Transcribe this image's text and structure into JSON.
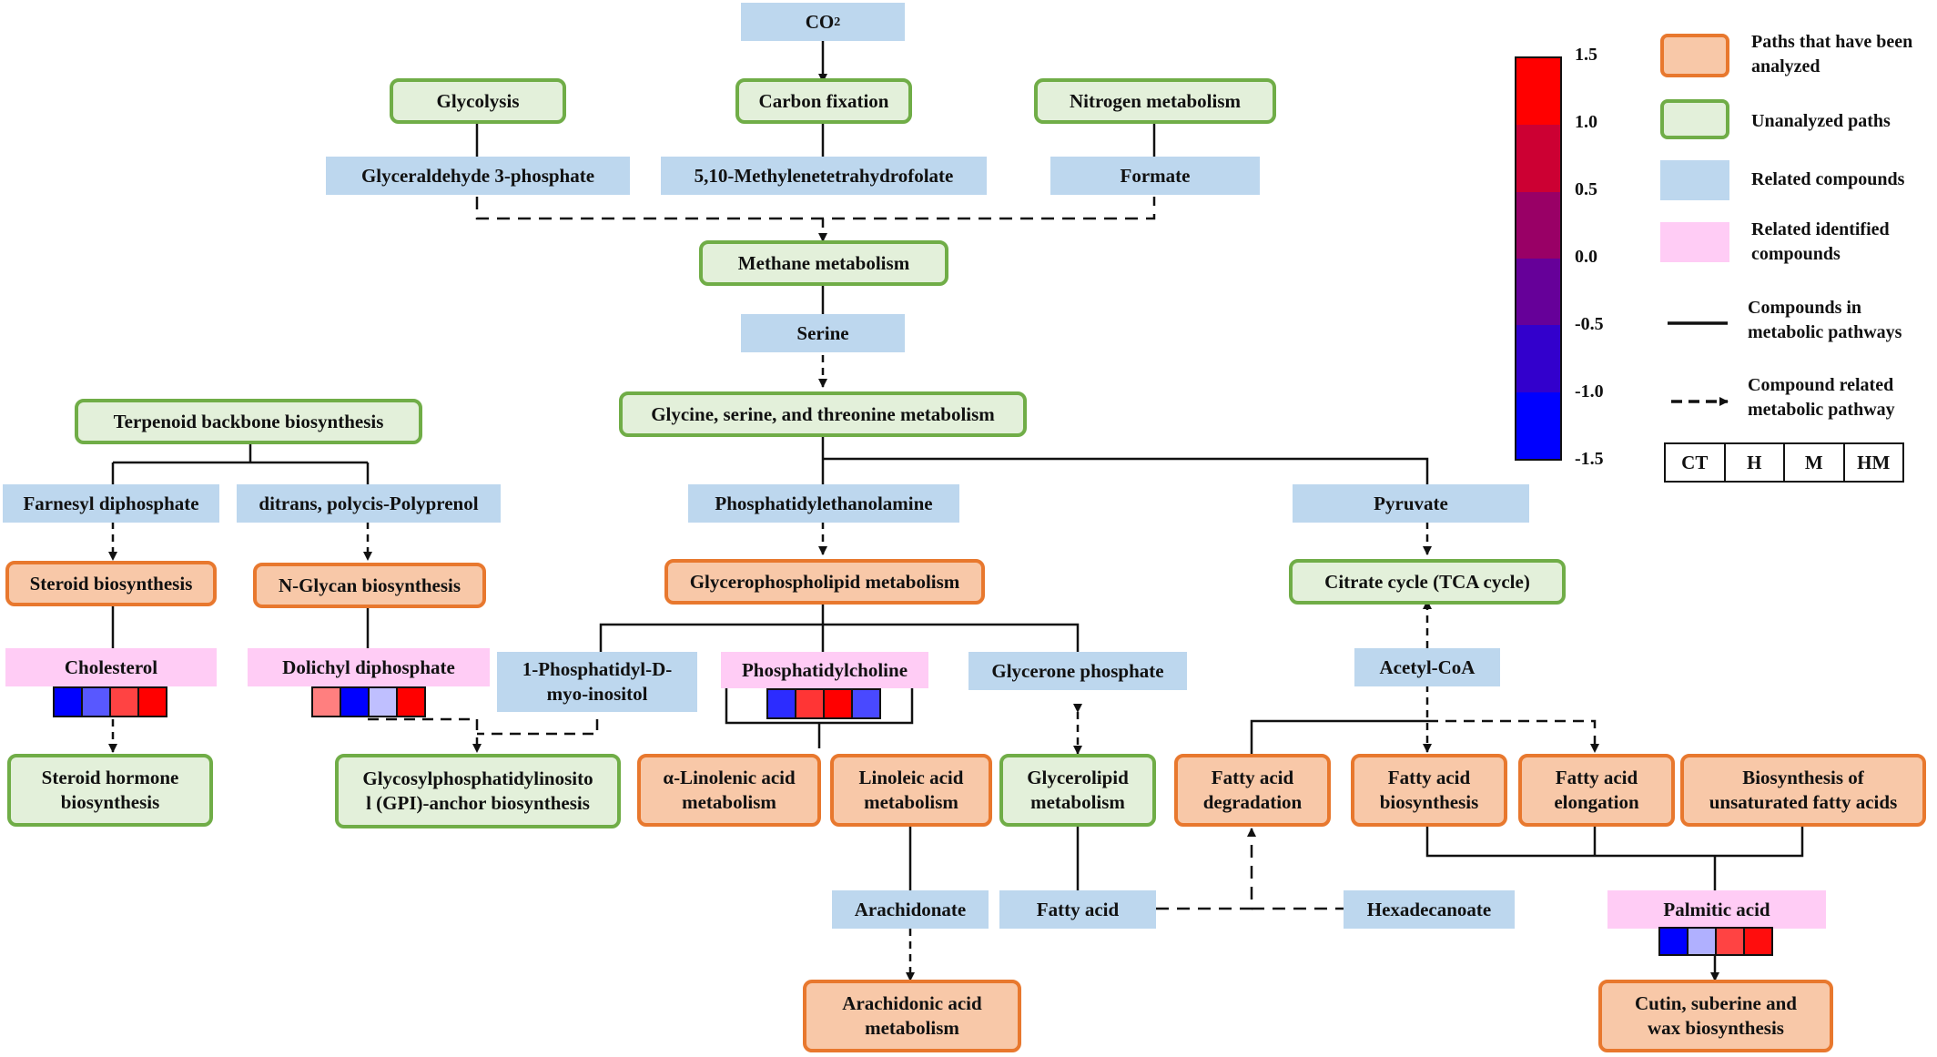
{
  "nodes": {
    "co2": {
      "main": "CO",
      "sub": "2"
    },
    "glycolysis": "Glycolysis",
    "carbon_fixation": "Carbon fixation",
    "nitrogen_metabolism": "Nitrogen metabolism",
    "glyceraldehyde": "Glyceraldehyde 3-phosphate",
    "methylene_thf": "5,10-Methylenetetrahydrofolate",
    "formate": "Formate",
    "methane_metabolism": "Methane metabolism",
    "serine": "Serine",
    "glycine_serine_threonine": "Glycine, serine, and threonine metabolism",
    "terpenoid_backbone": "Terpenoid backbone biosynthesis",
    "farnesyl_diphosphate": "Farnesyl diphosphate",
    "polyprenol": "ditrans, polycis-Polyprenol",
    "steroid_biosynthesis": "Steroid biosynthesis",
    "n_glycan": "N-Glycan biosynthesis",
    "cholesterol": "Cholesterol",
    "dolichyl_diphosphate": "Dolichyl diphosphate",
    "steroid_hormone": [
      "Steroid hormone",
      "biosynthesis"
    ],
    "gpi_anchor": [
      "Glycosylphosphatidylinosito",
      "l (GPI)-anchor biosynthesis"
    ],
    "phosphatidylethanolamine": "Phosphatidylethanolamine",
    "glycerophospholipid": "Glycerophospholipid metabolism",
    "phosphatidyl_inositol": [
      "1-Phosphatidyl-D-",
      "myo-inositol"
    ],
    "phosphatidylcholine": "Phosphatidylcholine",
    "glycerone_phosphate": "Glycerone phosphate",
    "alpha_linolenic": [
      "α-Linolenic acid",
      "metabolism"
    ],
    "linoleic": [
      "Linoleic acid",
      "metabolism"
    ],
    "glycerolipid": [
      "Glycerolipid",
      "metabolism"
    ],
    "arachidonate": "Arachidonate",
    "fatty_acid_compound": "Fatty acid",
    "arachidonic_metabolism": [
      "Arachidonic acid",
      "metabolism"
    ],
    "pyruvate": "Pyruvate",
    "citrate_cycle": "Citrate cycle (TCA cycle)",
    "acetyl_coa": "Acetyl-CoA",
    "fa_degradation": [
      "Fatty acid",
      "degradation"
    ],
    "fa_biosynthesis": [
      "Fatty acid",
      "biosynthesis"
    ],
    "fa_elongation": [
      "Fatty acid",
      "elongation"
    ],
    "unsaturated_fa": [
      "Biosynthesis of",
      "unsaturated fatty acids"
    ],
    "hexadecanoate": "Hexadecanoate",
    "palmitic_acid": "Palmitic acid",
    "cutin": [
      "Cutin, suberine and",
      "wax biosynthesis"
    ]
  },
  "heatmaps": {
    "cholesterol": [
      -1.5,
      -0.9,
      1.0,
      1.5
    ],
    "dolichyl_diphosphate": [
      0.55,
      -1.5,
      -0.2,
      1.5
    ],
    "phosphatidylcholine": [
      -1.2,
      1.1,
      1.5,
      -1.0
    ],
    "palmitic_acid": [
      -1.5,
      -0.3,
      1.0,
      1.4
    ]
  },
  "colorbar": {
    "ticks": [
      "1.5",
      "1.0",
      "0.5",
      "0.0",
      "-0.5",
      "-1.0",
      "-1.5"
    ],
    "colors": [
      "#FF0000",
      "#CC0033",
      "#990066",
      "#660099",
      "#3300CC",
      "#0000FF"
    ]
  },
  "legend": {
    "analyzed": [
      "Paths that have been",
      "analyzed"
    ],
    "unanalyzed": "Unanalyzed paths",
    "related_compounds": "Related compounds",
    "related_identified": [
      "Related identified",
      "compounds"
    ],
    "solid_line": [
      "Compounds in",
      "metabolic pathways"
    ],
    "dashed_line": [
      "Compound related",
      "metabolic pathway"
    ],
    "groups": [
      "CT",
      "H",
      "M",
      "HM"
    ]
  },
  "colors": {
    "analyzed_fill": "#F8C8A8",
    "analyzed_border": "#E8782E",
    "unanalyzed_fill": "#E3F0DA",
    "unanalyzed_border": "#70AD47",
    "compound_fill": "#BDD7EE",
    "identified_fill": "#FFCCF5"
  }
}
